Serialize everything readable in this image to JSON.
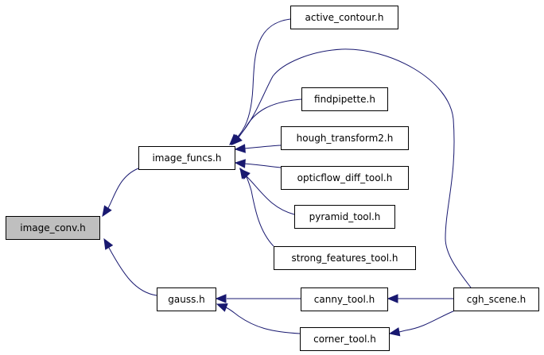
{
  "diagram": {
    "type": "include-dependency-graph",
    "edge_color": "#191970",
    "root_fill": "#bfbfbf",
    "nodes": [
      {
        "id": "image_conv",
        "label": "image_conv.h",
        "root": true
      },
      {
        "id": "image_funcs",
        "label": "image_funcs.h"
      },
      {
        "id": "gauss",
        "label": "gauss.h"
      },
      {
        "id": "active_contour",
        "label": "active_contour.h"
      },
      {
        "id": "findpipette",
        "label": "findpipette.h"
      },
      {
        "id": "hough_transform2",
        "label": "hough_transform2.h"
      },
      {
        "id": "opticflow_diff_tool",
        "label": "opticflow_diff_tool.h"
      },
      {
        "id": "pyramid_tool",
        "label": "pyramid_tool.h"
      },
      {
        "id": "strong_features_tool",
        "label": "strong_features_tool.h"
      },
      {
        "id": "canny_tool",
        "label": "canny_tool.h"
      },
      {
        "id": "corner_tool",
        "label": "corner_tool.h"
      },
      {
        "id": "cgh_scene",
        "label": "cgh_scene.h"
      }
    ],
    "edges": [
      {
        "from": "image_funcs",
        "to": "image_conv"
      },
      {
        "from": "gauss",
        "to": "image_conv"
      },
      {
        "from": "active_contour",
        "to": "image_funcs"
      },
      {
        "from": "cgh_scene",
        "to": "image_funcs"
      },
      {
        "from": "findpipette",
        "to": "image_funcs"
      },
      {
        "from": "hough_transform2",
        "to": "image_funcs"
      },
      {
        "from": "opticflow_diff_tool",
        "to": "image_funcs"
      },
      {
        "from": "pyramid_tool",
        "to": "image_funcs"
      },
      {
        "from": "strong_features_tool",
        "to": "image_funcs"
      },
      {
        "from": "canny_tool",
        "to": "gauss"
      },
      {
        "from": "corner_tool",
        "to": "gauss"
      },
      {
        "from": "cgh_scene",
        "to": "canny_tool"
      },
      {
        "from": "cgh_scene",
        "to": "corner_tool"
      }
    ]
  }
}
